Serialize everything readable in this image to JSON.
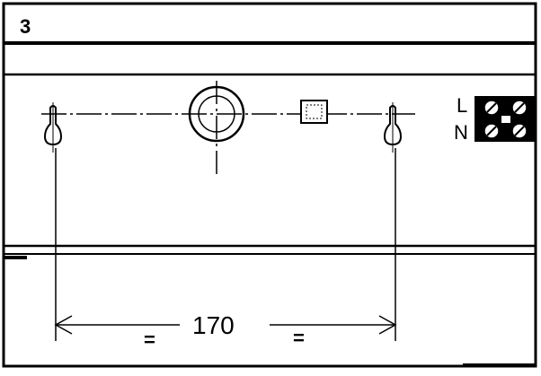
{
  "step": {
    "number": "3"
  },
  "dimension": {
    "value": "170",
    "left_marker": "=",
    "right_marker": "="
  },
  "terminal": {
    "line_label": "L",
    "neutral_label": "N"
  },
  "colors": {
    "ink": "#000000",
    "paper": "#ffffff"
  },
  "icons": {
    "mount_hole": "keyhole-slot-icon",
    "center_port": "circular-opening-icon",
    "square_clip": "square-clip-icon",
    "terminal_block": "terminal-screw-block-icon"
  }
}
